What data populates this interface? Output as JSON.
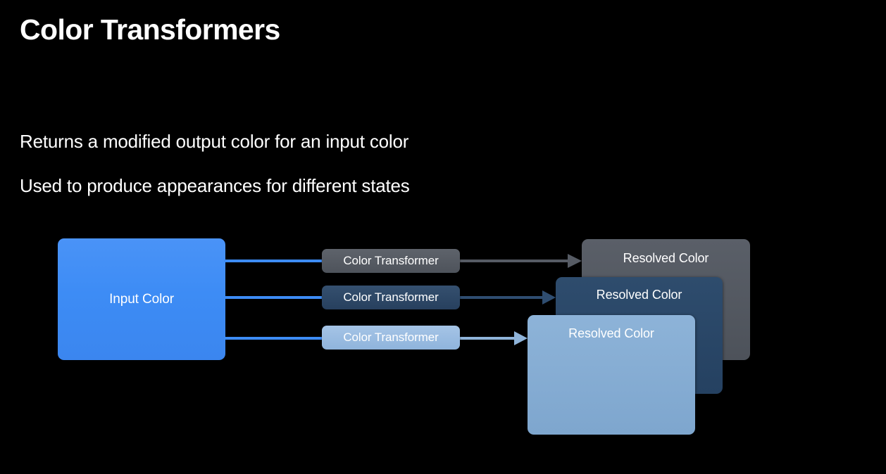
{
  "slide": {
    "title": "Color Transformers",
    "bullets": [
      "Returns a modified output color for an input color",
      "Used to produce appearances for different states"
    ],
    "background_color": "#000000",
    "text_color": "#ffffff"
  },
  "diagram": {
    "input": {
      "label": "Input Color",
      "color": "#3d8cf5"
    },
    "connector_color": "#3d8cf5",
    "rows": [
      {
        "transformer_label": "Color Transformer",
        "transformer_color": "#555a62",
        "result_label": "Resolved Color",
        "result_color": "#53585f",
        "arrow_color": "#565b64"
      },
      {
        "transformer_label": "Color Transformer",
        "transformer_color": "#2c4563",
        "result_label": "Resolved Color",
        "result_color": "#2a4665",
        "arrow_color": "#2d4868"
      },
      {
        "transformer_label": "Color Transformer",
        "transformer_color": "#9bbce0",
        "result_label": "Resolved Color",
        "result_color": "#86aed4",
        "arrow_color": "#8fb4da"
      }
    ]
  }
}
